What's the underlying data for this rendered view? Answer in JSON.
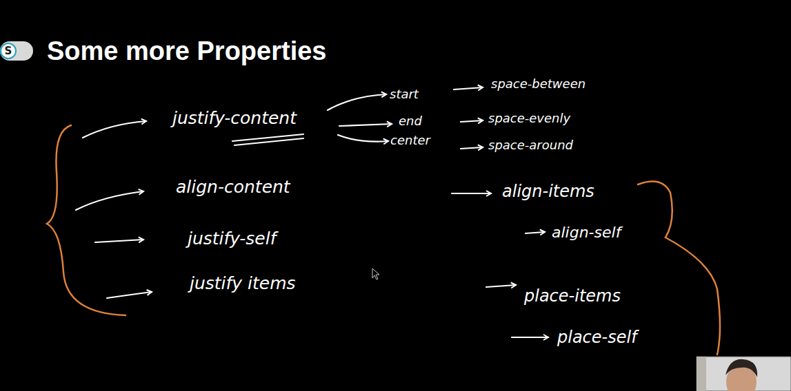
{
  "diagram": {
    "title": "Some more Properties",
    "nodes": [
      {
        "text": [
          "S"
        ]
      }
    ],
    "labels": [
      "justify-content",
      "start",
      "space-between",
      "end",
      "space-evenly",
      "center",
      "space-around",
      "align-content",
      "align-items",
      "justify-self",
      "align-self",
      "justify items",
      "place-items",
      "place-self"
    ]
  }
}
